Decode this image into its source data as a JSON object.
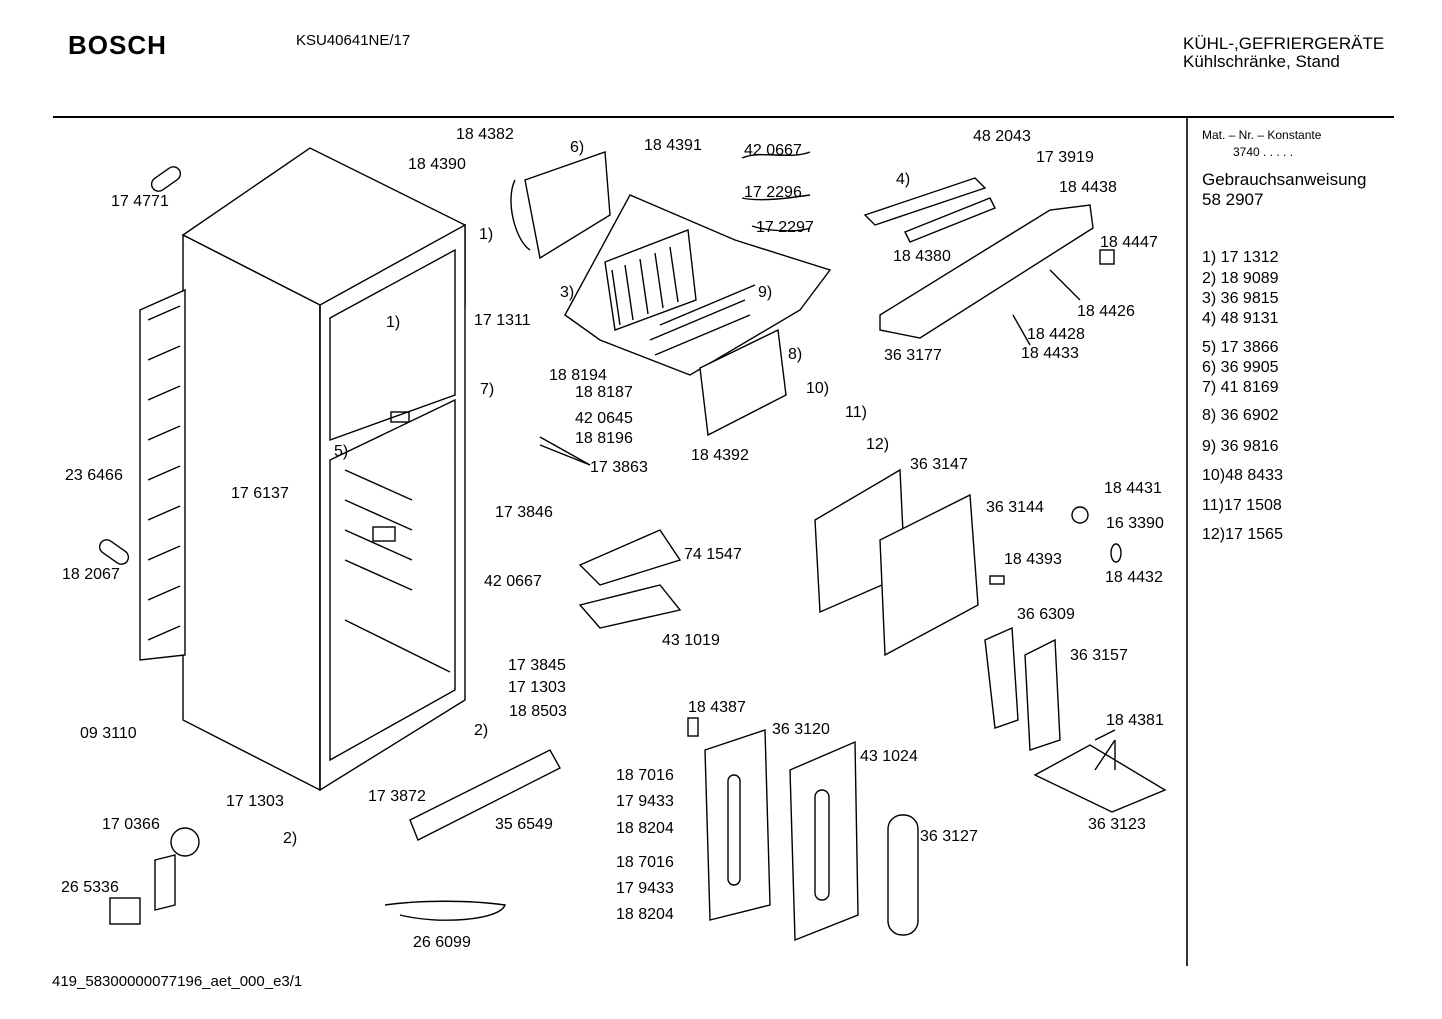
{
  "header": {
    "brand": "BOSCH",
    "model": "KSU40641NE/17",
    "category_line1": "KÜHL-,GEFRIERGERÄTE",
    "category_line2": "Kühlschränke, Stand"
  },
  "sidebar": {
    "mat_label": "Mat. – Nr. – Konstante",
    "mat_value": "3740  .   .   .   .   .",
    "manual_label": "Gebrauchsanweisung",
    "manual_number": "58 2907",
    "legend": [
      "1)  17 1312",
      "2)  18 9089",
      "3)  36 9815",
      "4)  48 9131",
      "5)  17 3866",
      "6)  36 9905",
      "7)  41 8169",
      "8)  36 6902",
      "9)  36 9816",
      "10)48 8433",
      "11)17 1508",
      "12)17 1565"
    ]
  },
  "parts": [
    "18 4382",
    "6)",
    "18 4391",
    "42 0667",
    "18 4390",
    "17 2296",
    "17 2297",
    "17 4771",
    "1)",
    "17 1311",
    "3)",
    "9)",
    "1)",
    "48 2043",
    "17 3919",
    "4)",
    "18 4438",
    "18 4380",
    "18 4447",
    "18 4426",
    "36 3177",
    "18 4428",
    "18 4433",
    "8)",
    "18 8194",
    "18 8187",
    "7)",
    "42 0645",
    "18 8196",
    "17 3863",
    "10)",
    "11)",
    "12)",
    "18 4392",
    "36 3147",
    "5)",
    "17 6137",
    "23 6466",
    "17 3846",
    "36 3144",
    "18 4431",
    "16 3390",
    "18 4393",
    "18 4432",
    "74 1547",
    "42 0667",
    "18 2067",
    "43 1019",
    "36 6309",
    "36 3157",
    "17 3845",
    "17 1303",
    "18 8503",
    "18 4387",
    "36 3120",
    "18 4381",
    "09 3110",
    "2)",
    "43 1024",
    "18 7016",
    "17 9433",
    "18 8204",
    "17 1303",
    "17 3872",
    "35 6549",
    "36 3123",
    "17 0366",
    "2)",
    "36 3127",
    "18 7016",
    "17 9433",
    "26 5336",
    "18 8204",
    "26 6099"
  ],
  "footer": "419_58300000077196_aet_000_e3/1"
}
